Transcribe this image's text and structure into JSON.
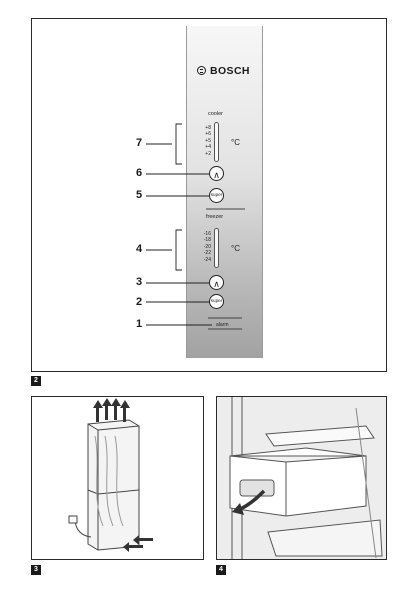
{
  "figures": {
    "fig2": {
      "number": "2",
      "brand": "BOSCH",
      "cooler": {
        "label": "cooler",
        "scale": [
          "+8",
          "+6",
          "+5",
          "+4",
          "+2"
        ],
        "unit": "°C",
        "super_label": "super"
      },
      "freezer": {
        "label": "freezer",
        "scale": [
          "-16",
          "-18",
          "-20",
          "-22",
          "-24"
        ],
        "unit": "°C",
        "super_label": "super"
      },
      "alarm_label": "alarm",
      "callouts": [
        "7",
        "6",
        "5",
        "4",
        "3",
        "2",
        "1"
      ]
    },
    "fig3": {
      "number": "3",
      "icon": "airflow-fridge-illustration"
    },
    "fig4": {
      "number": "4",
      "icon": "drawer-removal-illustration"
    }
  }
}
